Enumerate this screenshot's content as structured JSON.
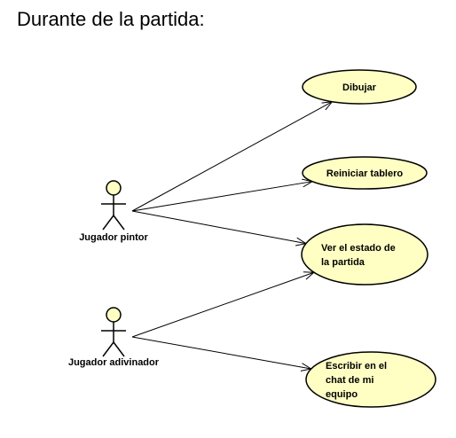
{
  "title": "Durante de la partida:",
  "colors": {
    "usecase_fill": "#FFFFC4",
    "actor_fill": "#FFFFC4",
    "stroke": "#000000"
  },
  "actors": [
    {
      "id": "pintor",
      "label": "Jugador pintor"
    },
    {
      "id": "adivinador",
      "label": "Jugador adivinador"
    }
  ],
  "usecases": [
    {
      "id": "dibujar",
      "lines": [
        "Dibujar"
      ]
    },
    {
      "id": "reiniciar",
      "lines": [
        "Reiniciar tablero"
      ]
    },
    {
      "id": "estado",
      "lines": [
        "Ver el estado de",
        "la partida"
      ]
    },
    {
      "id": "chat",
      "lines": [
        "Escribir en el",
        "chat de mi",
        "equipo"
      ]
    }
  ],
  "associations": [
    {
      "from": "pintor",
      "to": "dibujar"
    },
    {
      "from": "pintor",
      "to": "reiniciar"
    },
    {
      "from": "pintor",
      "to": "estado"
    },
    {
      "from": "adivinador",
      "to": "estado"
    },
    {
      "from": "adivinador",
      "to": "chat"
    }
  ]
}
